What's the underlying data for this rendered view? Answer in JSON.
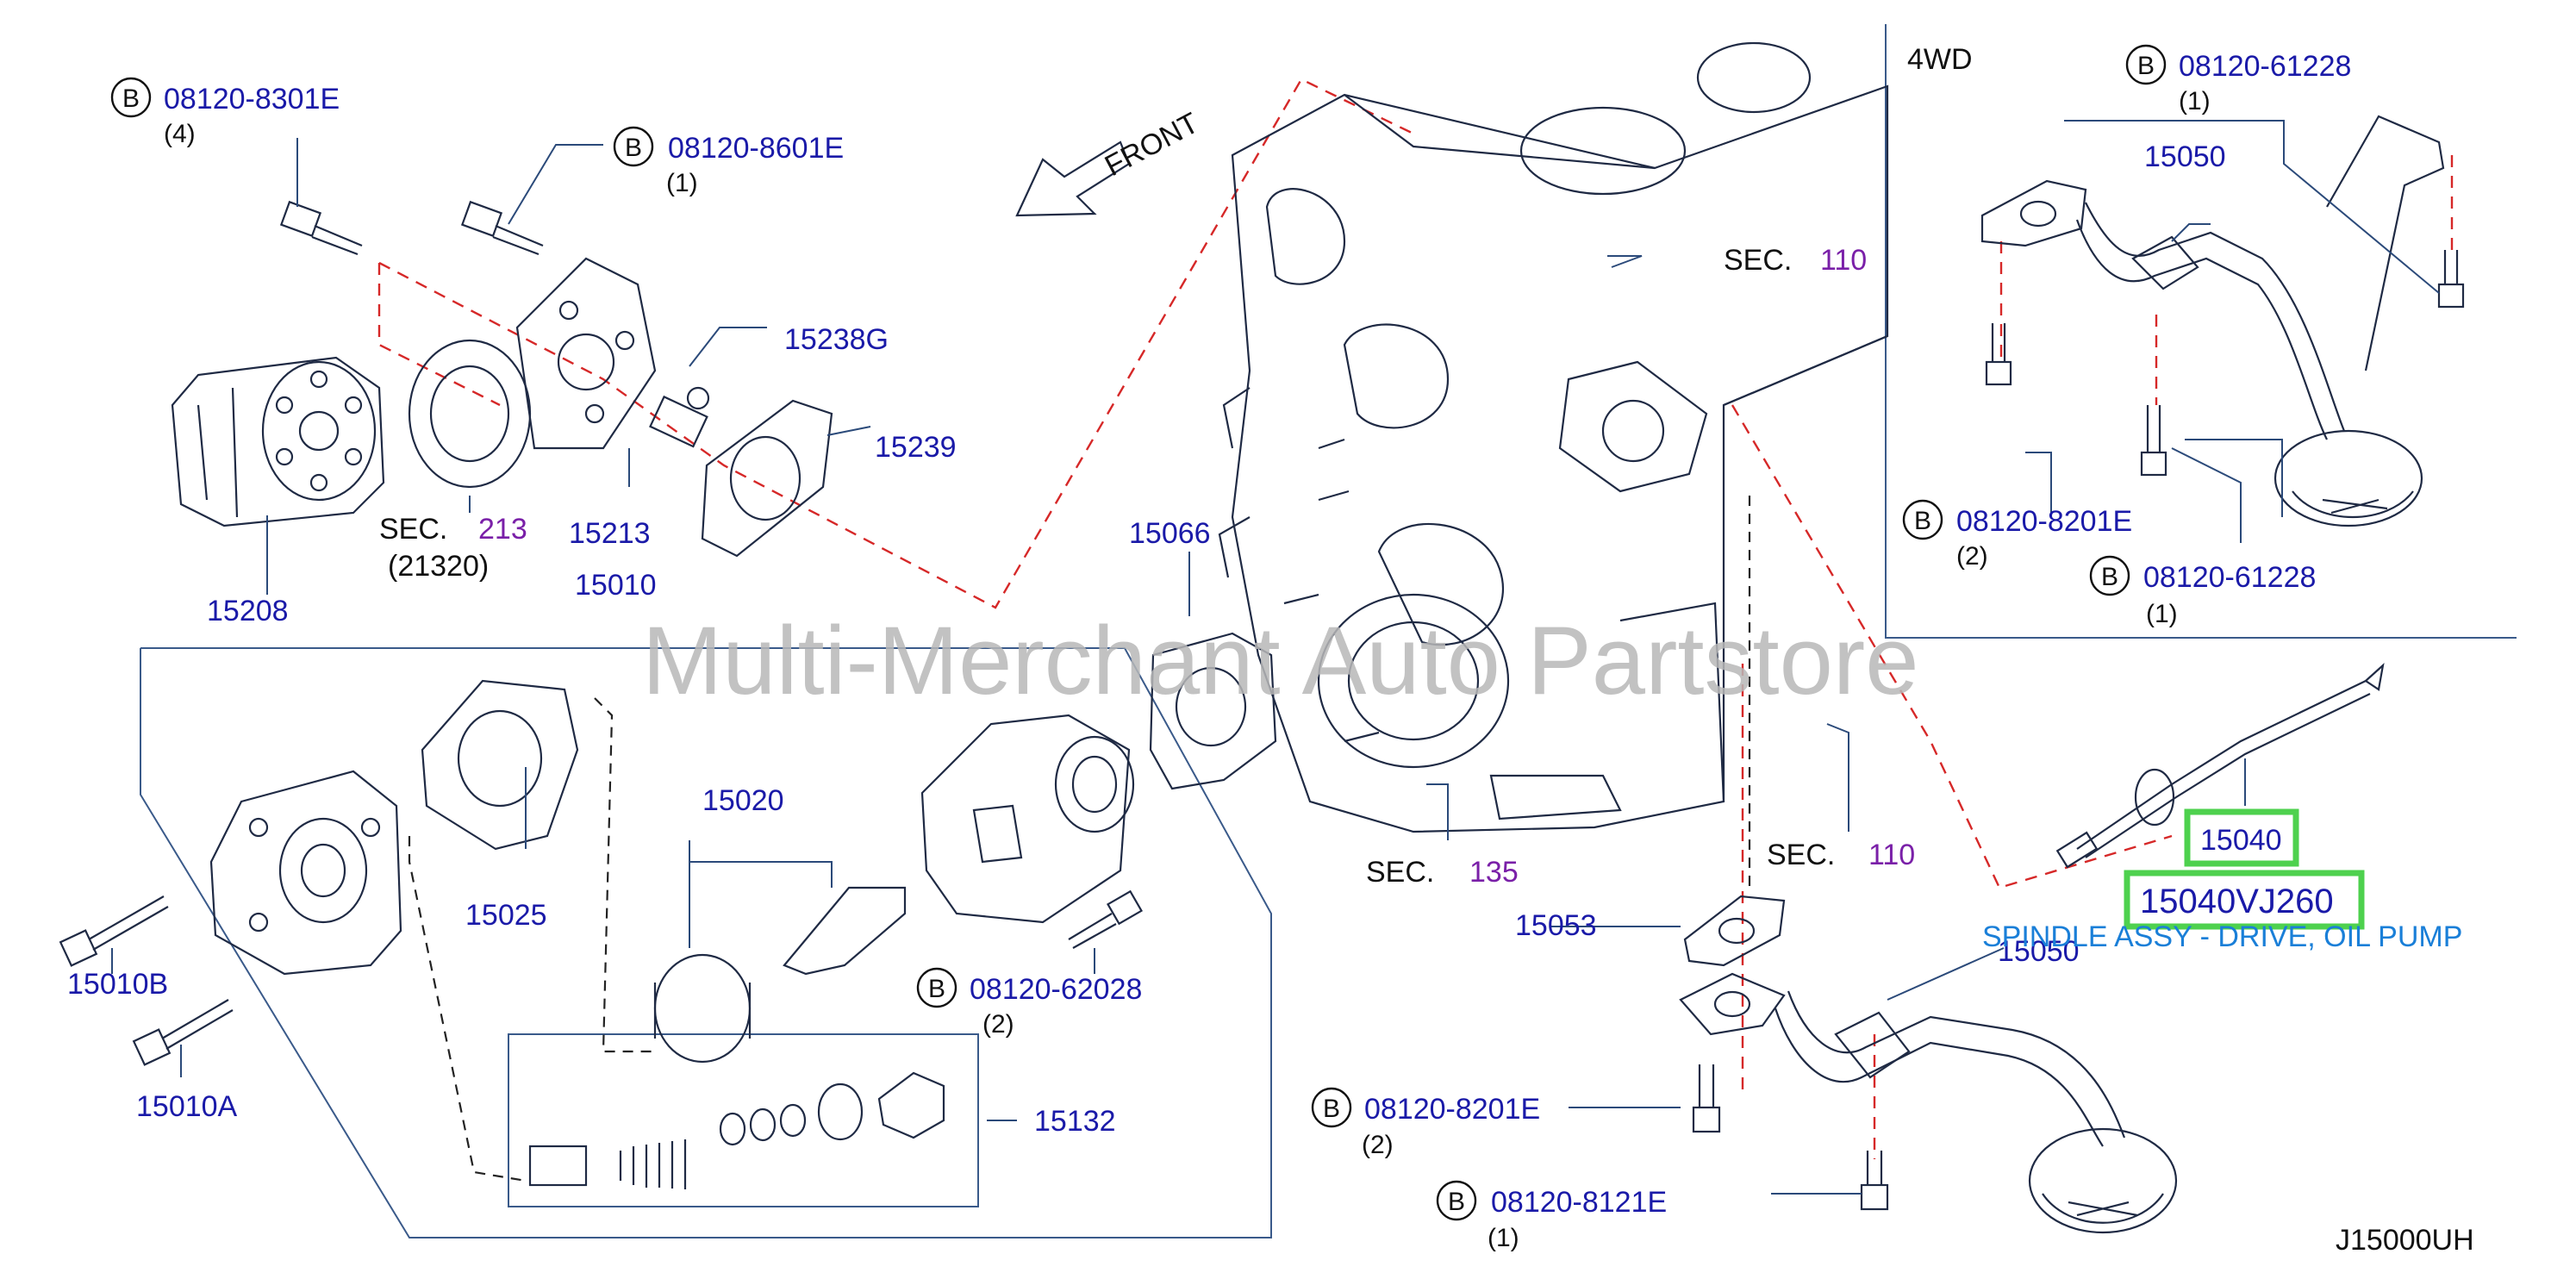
{
  "diagram": {
    "code": "J15000UH",
    "watermark": "Multi-Merchant Auto Partstore",
    "front_label": "FRONT",
    "highlight": {
      "part": "15040",
      "oem": "15040VJ260",
      "description": "SPINDLE ASSY - DRIVE, OIL PUMP"
    },
    "box_4wd": {
      "title": "4WD",
      "bolt_top": {
        "badge": "B",
        "number": "08120-61228",
        "qty": "(1)"
      },
      "part_15050": "15050",
      "bolt_left": {
        "badge": "B",
        "number": "08120-8201E",
        "qty": "(2)"
      },
      "bolt_bottom": {
        "badge": "B",
        "number": "08120-61228",
        "qty": "(1)"
      }
    },
    "upper_left": {
      "bolt_a": {
        "badge": "B",
        "number": "08120-8301E",
        "qty": "(4)"
      },
      "bolt_b": {
        "badge": "B",
        "number": "08120-8601E",
        "qty": "(1)"
      },
      "p15238G": "15238G",
      "p15239": "15239",
      "p15213": "15213",
      "p15208": "15208",
      "sec213_label": "SEC.",
      "sec213_num": "213",
      "sec213_sub": "(21320)",
      "p15010": "15010"
    },
    "engine": {
      "sec110a_label": "SEC.",
      "sec110a_num": "110",
      "p15066": "15066",
      "sec135_label": "SEC.",
      "sec135_num": "135",
      "sec110b_label": "SEC.",
      "sec110b_num": "110",
      "p15053": "15053",
      "p15050": "15050",
      "bolt_c": {
        "badge": "B",
        "number": "08120-8201E",
        "qty": "(2)"
      },
      "bolt_d": {
        "badge": "B",
        "number": "08120-8121E",
        "qty": "(1)"
      }
    },
    "pump_box": {
      "p15025": "15025",
      "p15020": "15020",
      "p15010B": "15010B",
      "p15010A": "15010A",
      "bolt_e": {
        "badge": "B",
        "number": "08120-62028",
        "qty": "(2)"
      },
      "p15132": "15132"
    }
  }
}
